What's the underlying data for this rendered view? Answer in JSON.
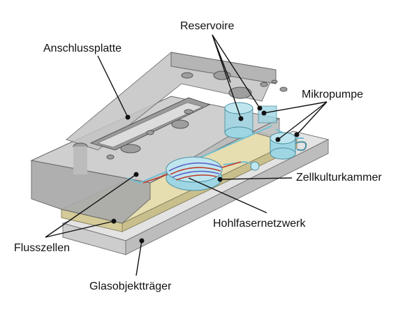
{
  "labels": {
    "reservoire": "Reservoire",
    "anschlussplatte": "Anschlussplatte",
    "mikropumpe": "Mikropumpe",
    "zellkulturkammer": "Zellkulturkammer",
    "hohlfasernetzwerk": "Hohlfasernetzwerk",
    "flusszellen": "Flusszellen",
    "glasobjekttraeger": "Glasobjektträger"
  },
  "colors": {
    "background": "#ffffff",
    "block_side": "#a9a9a9",
    "block_top": "#cfcfcf",
    "glass_slide": "#e3e3e3",
    "flow_cell": "#e6ddb0",
    "channel_cyan": "#9fd6e4",
    "fiber_red": "#c0392b",
    "fiber_blue": "#5b63c8",
    "leader_line": "#111111"
  }
}
